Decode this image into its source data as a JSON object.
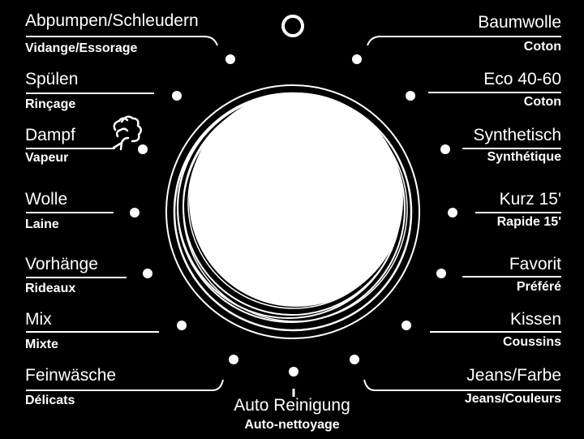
{
  "left_programs": [
    {
      "main": "Abpumpen/Schleudern",
      "sub": "Vidange/Essorage"
    },
    {
      "main": "Spülen",
      "sub": "Rinçage"
    },
    {
      "main": "Dampf",
      "sub": "Vapeur"
    },
    {
      "main": "Wolle",
      "sub": "Laine"
    },
    {
      "main": "Vorhänge",
      "sub": "Rideaux"
    },
    {
      "main": "Mix",
      "sub": "Mixte"
    },
    {
      "main": "Feinwäsche",
      "sub": "Délicats"
    }
  ],
  "right_programs": [
    {
      "main": "Baumwolle",
      "sub": "Coton"
    },
    {
      "main": "Eco 40-60",
      "sub": "Coton"
    },
    {
      "main": "Synthetisch",
      "sub": "Synthétique"
    },
    {
      "main": "Kurz 15'",
      "sub": "Rapide 15'"
    },
    {
      "main": "Favorit",
      "sub": "Préféré"
    },
    {
      "main": "Kissen",
      "sub": "Coussins"
    },
    {
      "main": "Jeans/Farbe",
      "sub": "Jeans/Couleurs"
    }
  ],
  "bottom_program": {
    "main": "Auto Reinigung",
    "sub": "Auto-nettoyage"
  },
  "icons": {
    "power": "power-ring-icon",
    "steam": "steam-icon"
  },
  "colors": {
    "background": "#000000",
    "foreground": "#ffffff"
  }
}
